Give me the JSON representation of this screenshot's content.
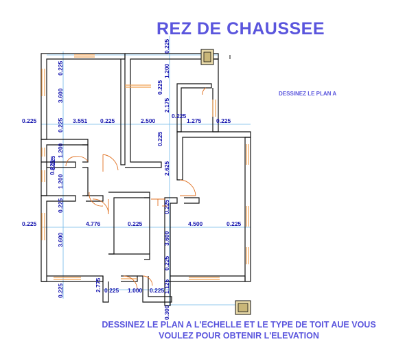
{
  "header": {
    "title": "REZ DE CHAUSSEE"
  },
  "notes": {
    "right": "DESSINEZ LE PLAN A",
    "footer_line1": "DESSINEZ LE PLAN A L'ECHELLE ET LE TYPE DE TOIT AUE VOUS",
    "footer_line2": "VOULEZ POUR OBTENIR L'ELEVATION"
  },
  "dimensions": {
    "d01": "0.225",
    "d02": "3.551",
    "d03": "0.225",
    "d04": "2.500",
    "d05": "1.275",
    "d06": "0.225",
    "d07": "0.225",
    "d08": "4.776",
    "d09": "0.225",
    "d10": "4.500",
    "d11": "0.225",
    "d12": "0.225",
    "d13": "1.000",
    "d14": "0.225",
    "v01": "0.225",
    "v02": "3.600",
    "v03": "0.225",
    "v04": "1.200",
    "v05": "0.225",
    "v06": "1.200",
    "v07": "0.225",
    "v08": "3.600",
    "v09": "0.225",
    "v10": "0.225",
    "v11": "1.200",
    "v12": "0.225",
    "v13": "2.175",
    "v14": "0.225",
    "v15": "0.225",
    "v16": "2.625",
    "v17": "0.225",
    "v18": "3.600",
    "v19": "0.225",
    "v20": "1.125",
    "v21": "0.300",
    "v22": "2.775",
    "v23": "0.225"
  },
  "colors": {
    "text": "#5a55dd",
    "dims": "#1818b0",
    "window": "#f0a050",
    "guides": "#6fb8e8",
    "door": "#e07020"
  }
}
